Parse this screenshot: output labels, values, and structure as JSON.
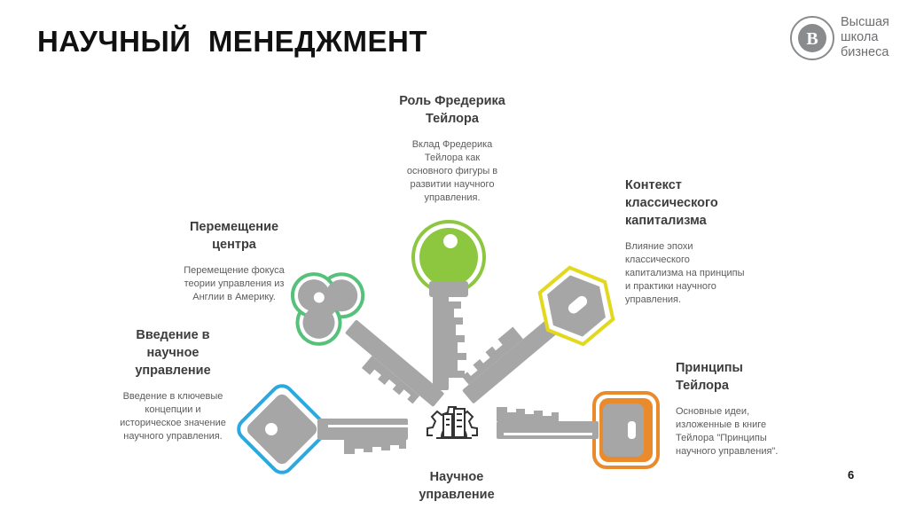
{
  "slide": {
    "title": "НАУЧНЫЙ  МЕНЕДЖМЕНТ",
    "page_number": "6"
  },
  "logo": {
    "line1": "Высшая",
    "line2": "школа",
    "line3": "бизнеса",
    "emblem_letter": "В",
    "color": "#6d6e71"
  },
  "center": {
    "label": "Научное управление",
    "icon": "gear-building-icon"
  },
  "keys": [
    {
      "title": "Введение в научное управление",
      "description": "Введение в ключевые концепции и историческое значение научного управления.",
      "color": "#29a9df"
    },
    {
      "title": "Перемещение центра",
      "description": "Перемещение фокуса теории управления из Англии в Америку.",
      "color": "#57c17b"
    },
    {
      "title": "Роль Фредерика Тейлора",
      "description": "Вклад Фредерика Тейлора как основного фигуры в развитии научного управления.",
      "color": "#8dc63f"
    },
    {
      "title": "Контекст классического капитализма",
      "description": "Влияние эпохи классического капитализма на принципы и практики научного управления.",
      "color": "#e2d81d"
    },
    {
      "title": "Принципы Тейлора",
      "description": "Основные идеи, изложенные в книге Тейлора \"Принципы научного управления\".",
      "color": "#e98a2c"
    }
  ],
  "key_color": "#a6a6a6"
}
